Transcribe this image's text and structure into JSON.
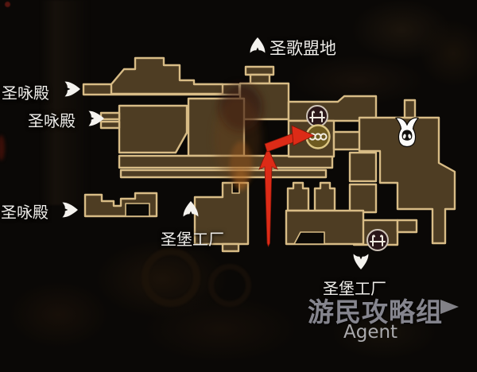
{
  "map": {
    "area_labels": [
      {
        "id": "songclave",
        "text": "圣歌盟地",
        "arrow": "up"
      },
      {
        "id": "choral-hall-top",
        "text": "圣咏殿",
        "arrow": "right"
      },
      {
        "id": "choral-hall-mid",
        "text": "圣咏殿",
        "arrow": "right"
      },
      {
        "id": "choral-hall-bottom",
        "text": "圣咏殿",
        "arrow": "right"
      },
      {
        "id": "citadel-factory-upper",
        "text": "圣堡工厂",
        "arrow": "up"
      },
      {
        "id": "citadel-factory-lower",
        "text": "圣堡工厂",
        "arrow": "down"
      }
    ],
    "markers": [
      {
        "name": "bench-marker-upper"
      },
      {
        "name": "bead-station-marker"
      },
      {
        "name": "bench-marker-lower"
      },
      {
        "name": "player-position-hornet"
      }
    ],
    "annotations": [
      {
        "name": "red-arrow-vertical",
        "direction": "up"
      },
      {
        "name": "red-arrow-to-station",
        "direction": "right"
      }
    ]
  },
  "watermark": {
    "brand": "游民攻略组",
    "label": "Agent"
  },
  "colors": {
    "background": "#0a0806",
    "room_fill": "#4e3d23",
    "room_outline": "#d8bc86",
    "annotation_red": "#dd2b17",
    "label_text": "#eeece8",
    "bench_circle_fill": "#2b1719",
    "station_circle_fill": "#6e5a20",
    "watermark_gray": "#8f8f92"
  }
}
